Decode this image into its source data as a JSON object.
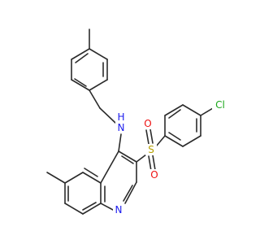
{
  "molecule": {
    "atoms": {
      "nitrogen_amine": {
        "text": "N",
        "color": "#1a1aee"
      },
      "hydrogen_amine": {
        "text": "H",
        "color": "#1a1aee"
      },
      "nitrogen_ring": {
        "text": "N",
        "color": "#1a1aee"
      },
      "sulfur": {
        "text": "S",
        "color": "#b5a000"
      },
      "oxygen_top": {
        "text": "O",
        "color": "#ee1111"
      },
      "oxygen_bottom": {
        "text": "O",
        "color": "#ee1111"
      },
      "chlorine": {
        "text": "Cl",
        "color": "#1aa81a"
      }
    },
    "bond_color": "#2b2b2b"
  }
}
